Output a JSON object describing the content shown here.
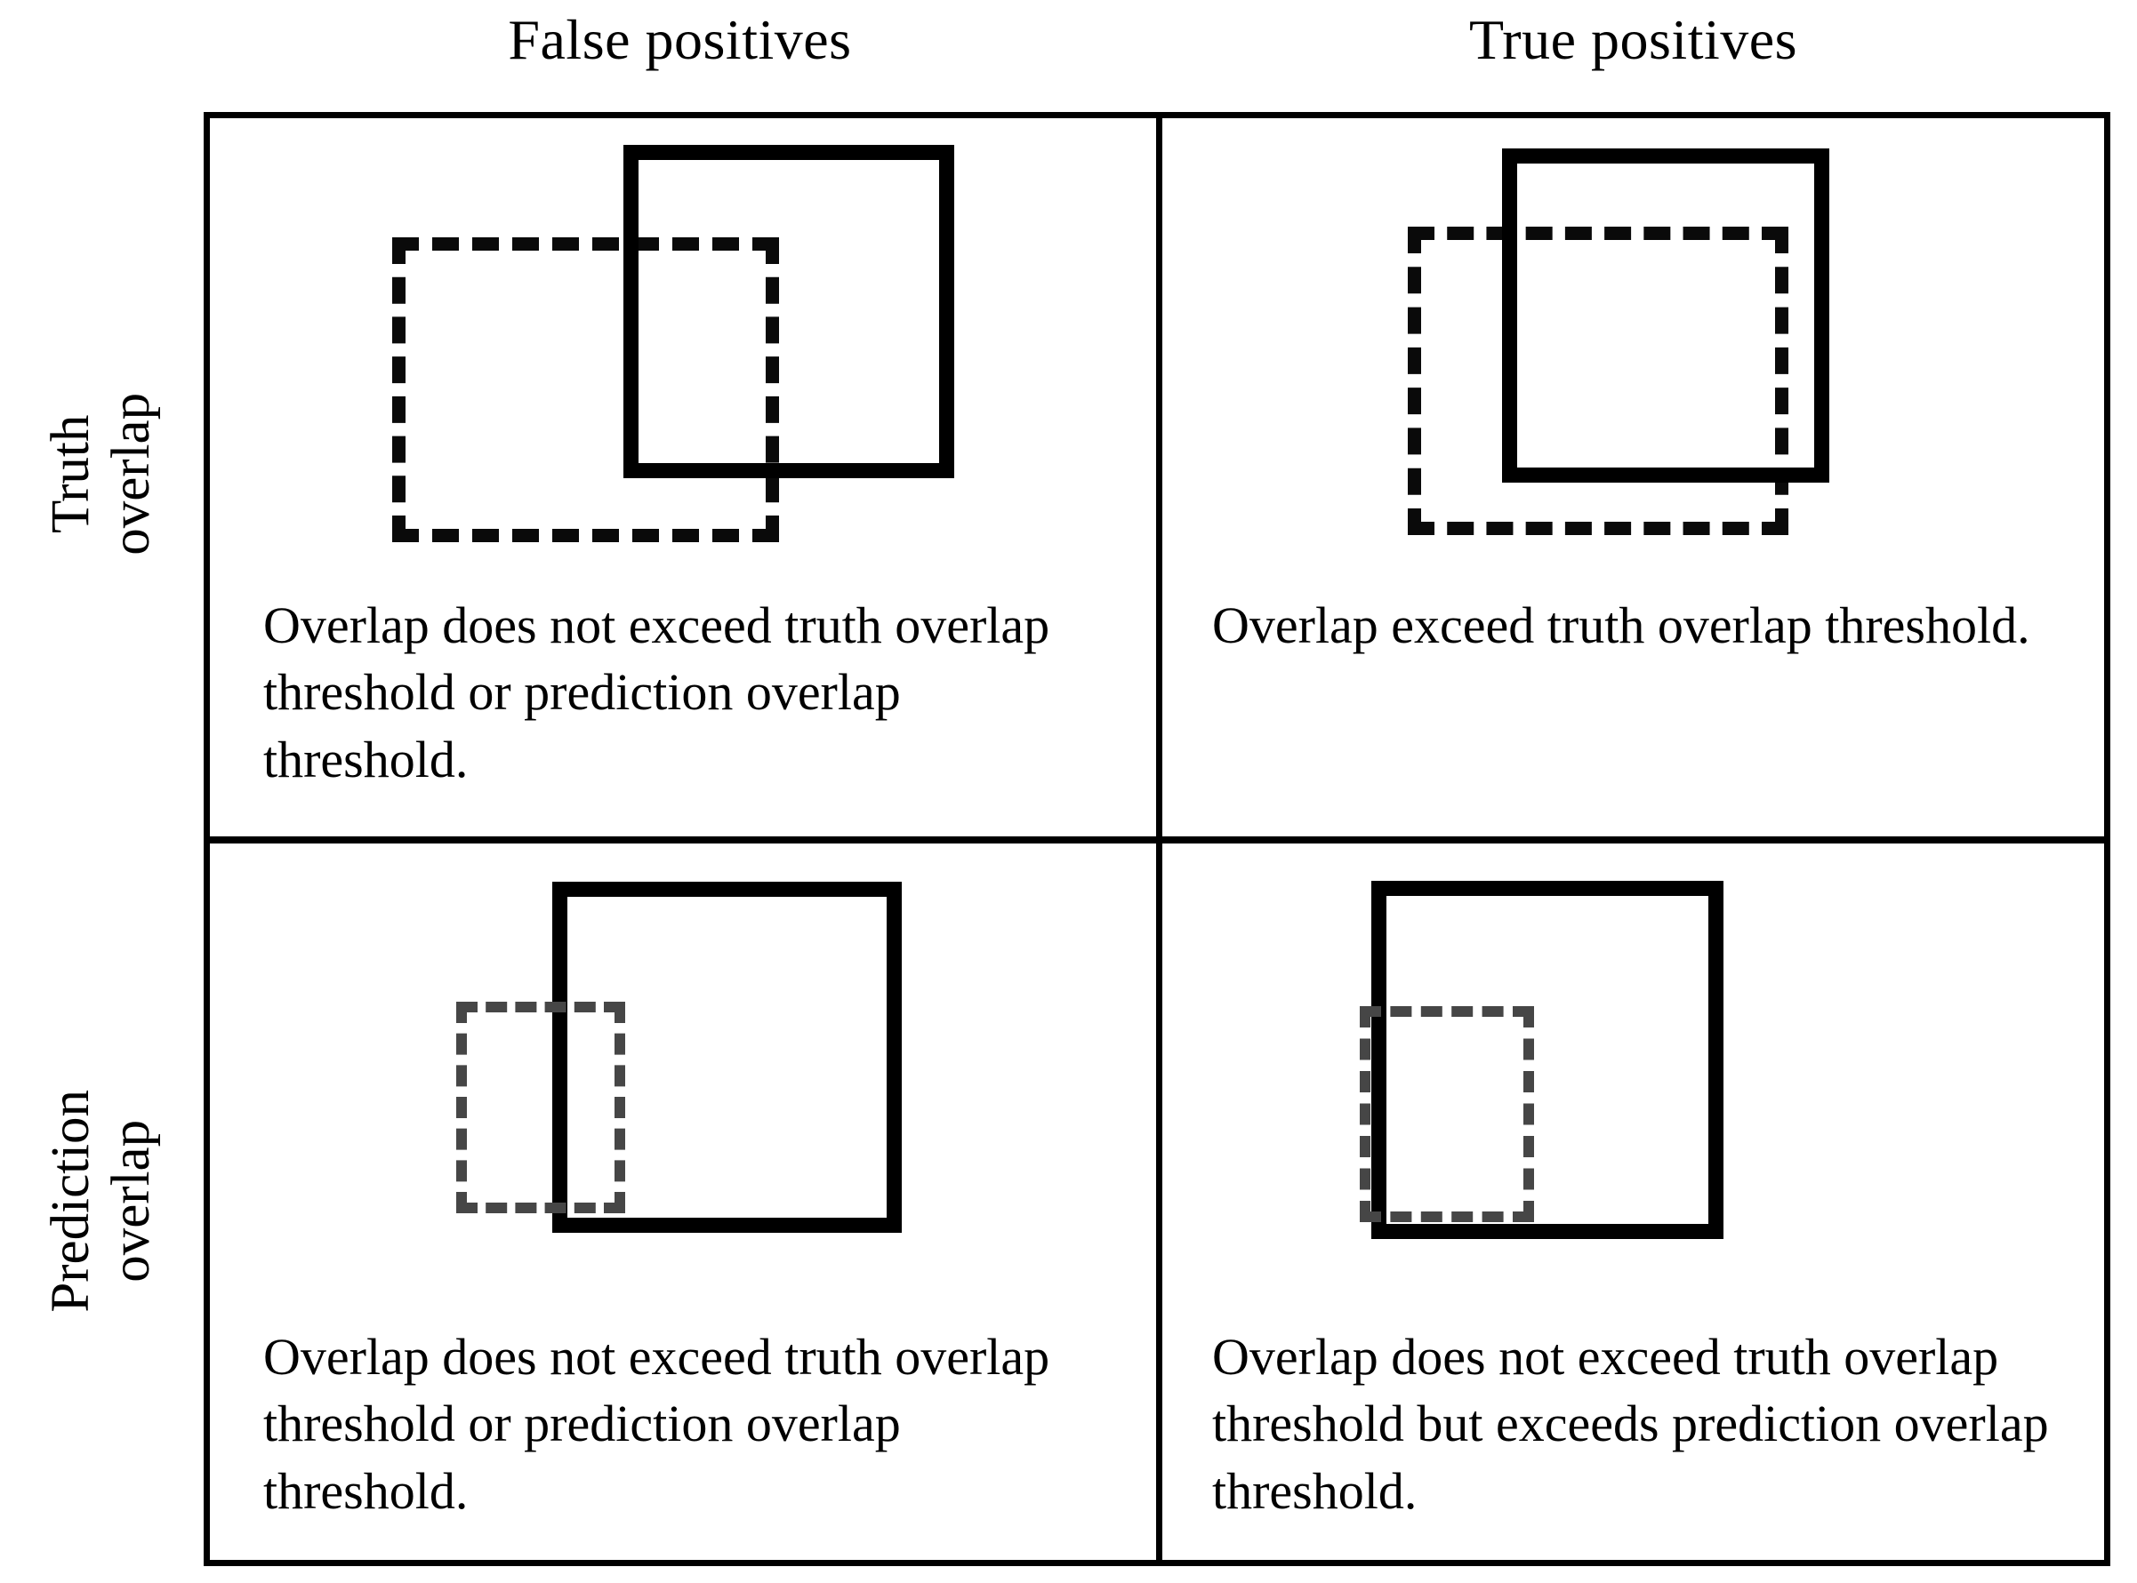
{
  "figure": {
    "title_row": [
      "False positives",
      "True positives"
    ],
    "columns": [
      {
        "id": "false-positives",
        "label": "False positives"
      },
      {
        "id": "true-positives",
        "label": "True positives"
      }
    ],
    "rows": [
      {
        "id": "truth-overlap",
        "label_line1": "Truth",
        "label_line2": "overlap"
      },
      {
        "id": "prediction-overlap",
        "label_line1": "Prediction",
        "label_line2": "overlap"
      }
    ],
    "cells": {
      "top_left": {
        "row": "Truth overlap",
        "column": "False positives",
        "caption": "Overlap does not exceed truth overlap threshold or prediction overlap threshold.",
        "shapes": [
          {
            "name": "ground-truth-box",
            "style": "dashed",
            "color": "#0a0a0a"
          },
          {
            "name": "prediction-box",
            "style": "solid",
            "color": "#000000"
          }
        ]
      },
      "top_right": {
        "row": "Truth overlap",
        "column": "True positives",
        "caption": "Overlap exceed truth overlap threshold.",
        "shapes": [
          {
            "name": "ground-truth-box",
            "style": "dashed",
            "color": "#0a0a0a"
          },
          {
            "name": "prediction-box",
            "style": "solid",
            "color": "#000000"
          }
        ]
      },
      "bottom_left": {
        "row": "Prediction overlap",
        "column": "False positives",
        "caption": "Overlap does not exceed truth overlap threshold or prediction overlap threshold.",
        "shapes": [
          {
            "name": "ground-truth-box",
            "style": "dashed",
            "color": "#464646"
          },
          {
            "name": "prediction-box",
            "style": "solid",
            "color": "#000000"
          }
        ]
      },
      "bottom_right": {
        "row": "Prediction overlap",
        "column": "True positives",
        "caption": "Overlap does not exceed truth overlap threshold but exceeds prediction overlap threshold.",
        "shapes": [
          {
            "name": "ground-truth-box",
            "style": "dashed",
            "color": "#464646"
          },
          {
            "name": "prediction-box",
            "style": "solid",
            "color": "#000000"
          }
        ]
      }
    },
    "colors": {
      "frame": "#000000",
      "solid_box": "#000000",
      "dashed_box_dark": "#0a0a0a",
      "dashed_box_gray": "#464646",
      "background": "#ffffff",
      "text": "#000000"
    }
  }
}
